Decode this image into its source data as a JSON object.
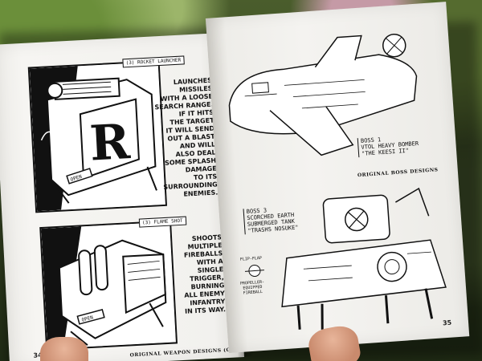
{
  "left_page": {
    "weapon1": {
      "tag": "(3) ROCKET LAUNCHER",
      "description": "LAUNCHES\nMISSILES\nWITH A LOOSE\nSEARCH RANGE.\nIF IT HITS\nTHE TARGET\nIT WILL SEND\nOUT A BLAST\nAND WILL\nALSO DEAL\nSOME SPLASH\nDAMAGE\nTO ITS\nSURROUNDING\nENEMIES.",
      "box_letter": "R",
      "box_label": "OPEN"
    },
    "weapon2": {
      "tag": "(3) FLAME SHOT",
      "description": "SHOOTS\nMULTIPLE\nFIREBALLS\nWITH A\nSINGLE\nTRIGGER,\nBURNING\nALL ENEMY\nINFANTRY\nIN ITS WAY.",
      "box_label": "OPEN"
    },
    "page_number": "34",
    "footer": "ORIGINAL WEAPON DESIGNS (GALLERY)"
  },
  "right_page": {
    "boss1": {
      "label": "BOSS 1\nVTOL HEAVY BOMBER\n\"THE KEESI II\""
    },
    "section_title": "ORIGINAL BOSS DESIGNS",
    "boss3": {
      "label": "BOSS 3\nSCORCHED EARTH\nSUBMERGED TANK\n\"TRASHS NOSUKE\""
    },
    "flip_flap": {
      "label": "FLIP-FLAP",
      "sub": "PROPELLER-\nEQUIPPED\nFIREBALL"
    },
    "page_number": "35"
  },
  "colors": {
    "ink": "#111111",
    "paper": "#f4f3f0",
    "foliage": "#4a5d2c",
    "skin": "#d9a083"
  }
}
